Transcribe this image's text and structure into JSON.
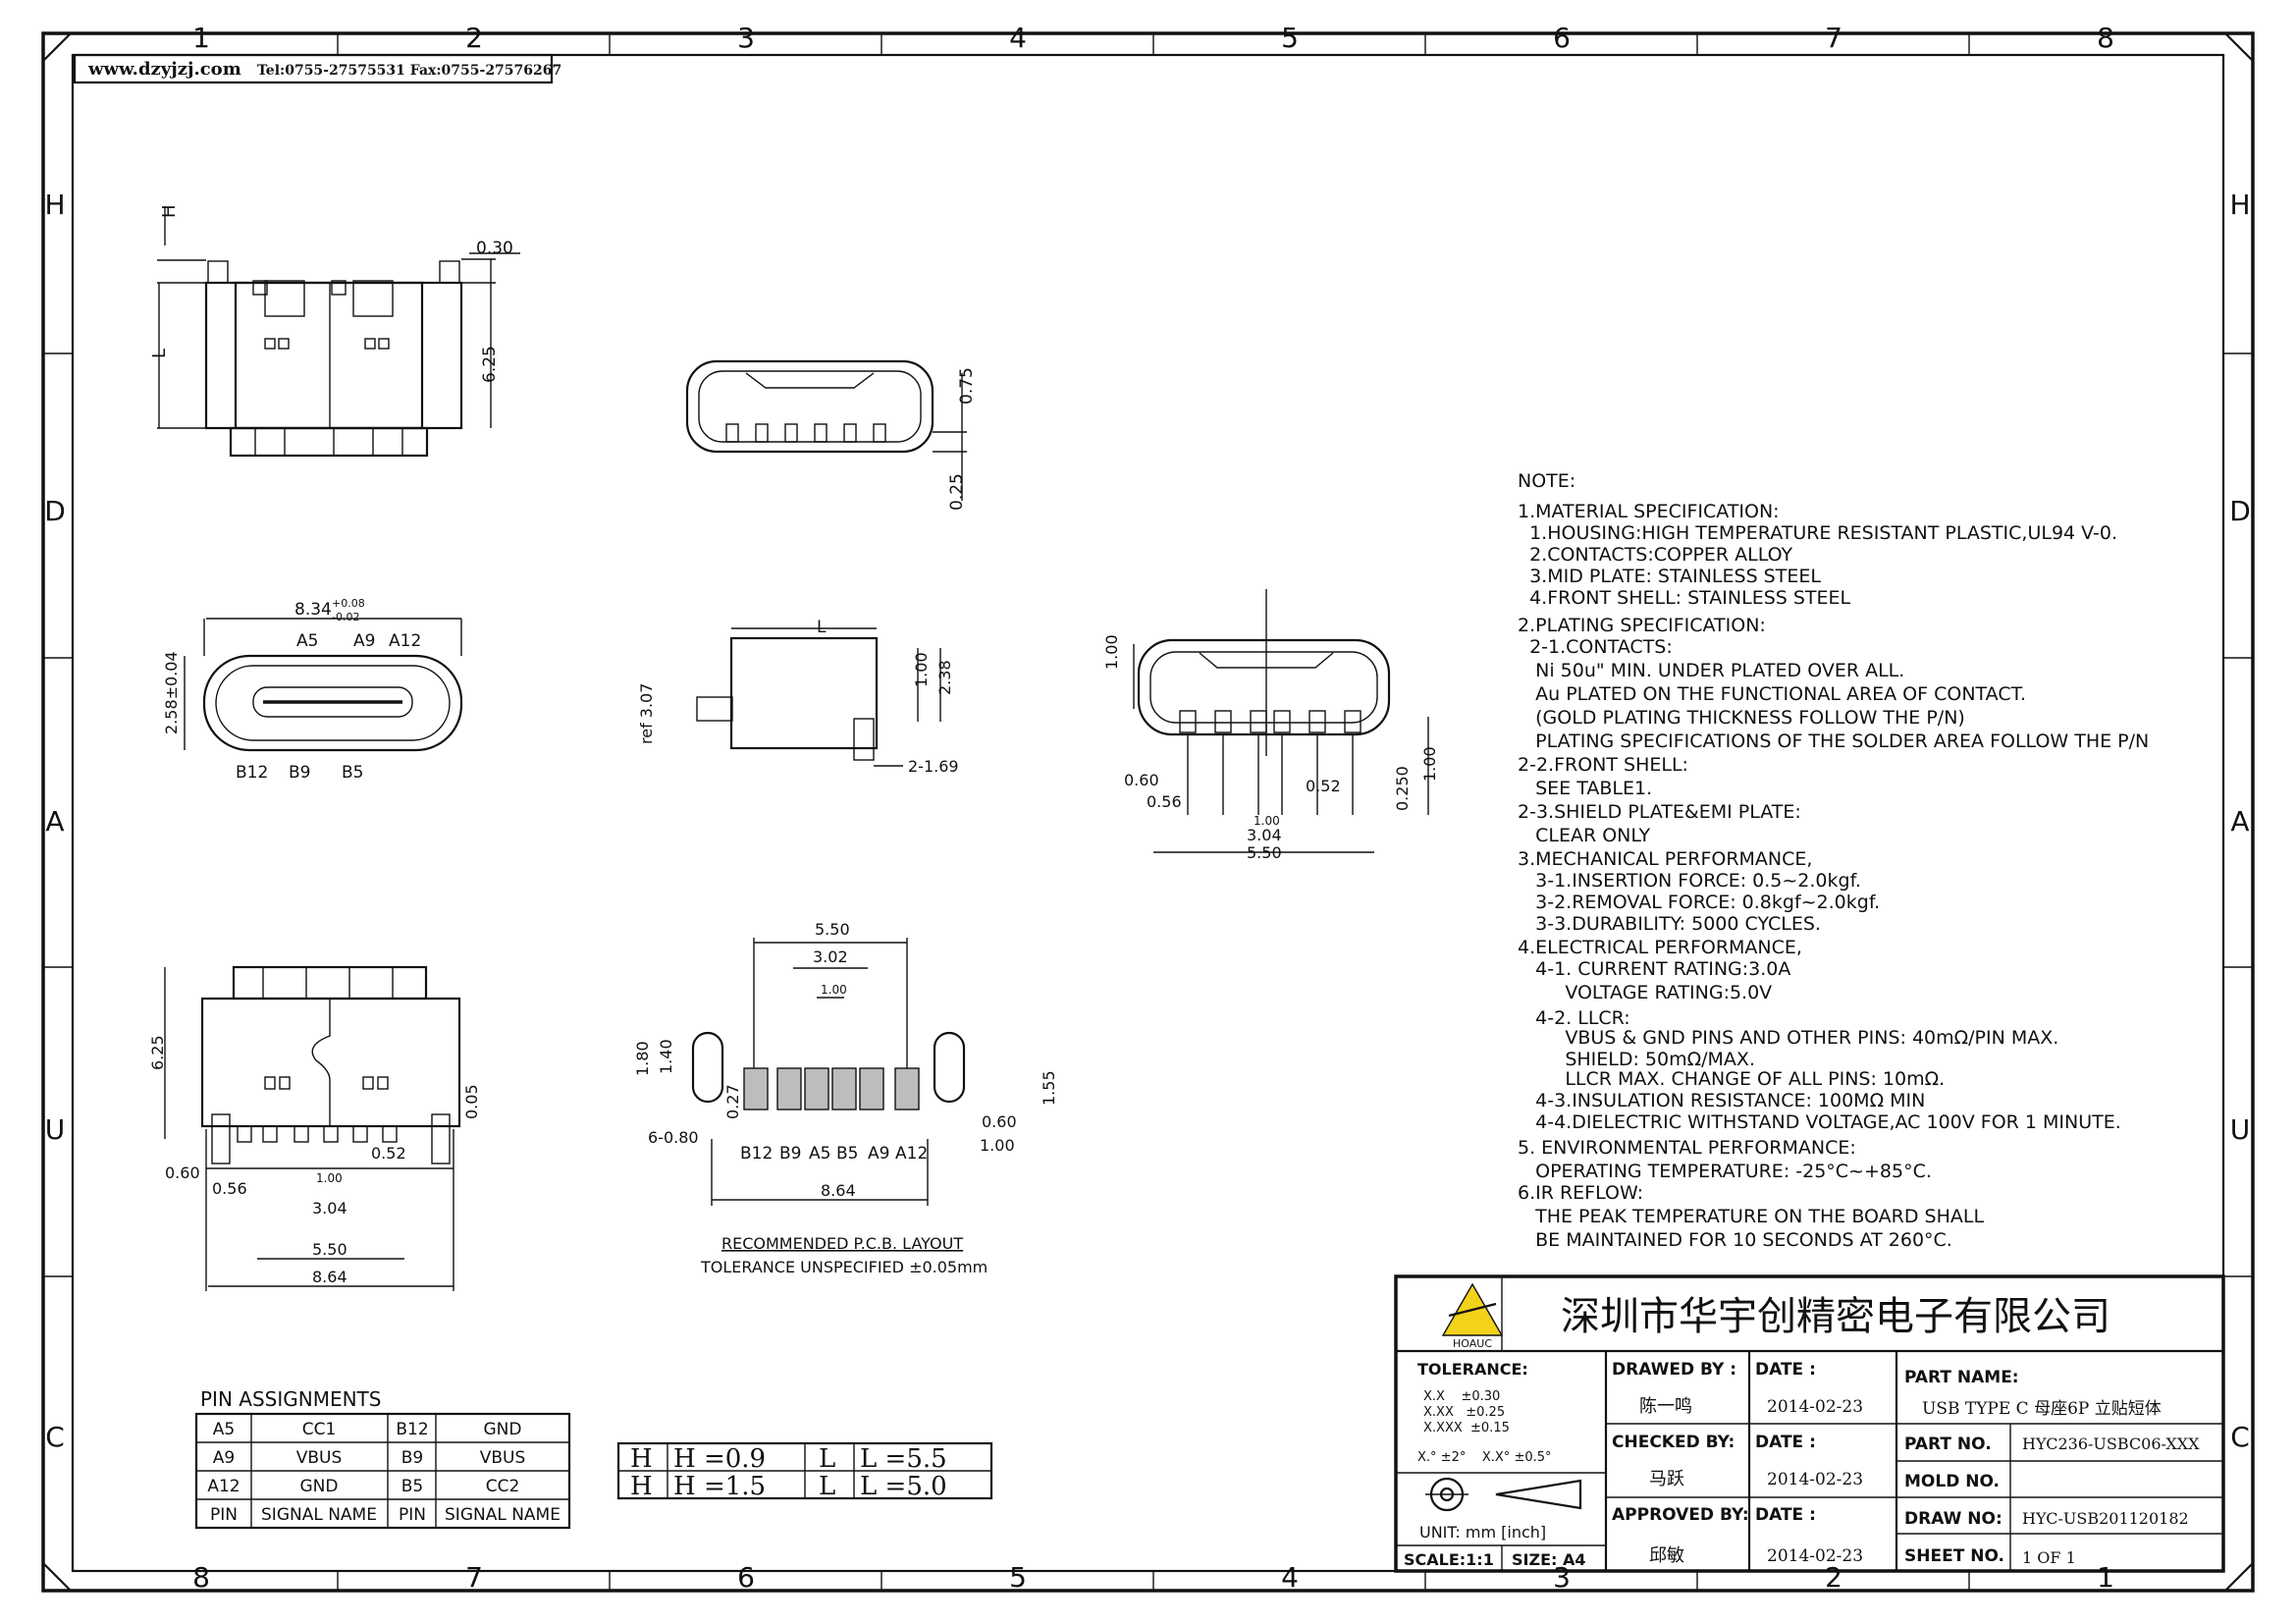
{
  "border": {
    "col_labels_top": [
      "1",
      "2",
      "3",
      "4",
      "5",
      "6",
      "7",
      "8"
    ],
    "col_labels_bottom": [
      "8",
      "7",
      "6",
      "5",
      "4",
      "3",
      "2",
      "1"
    ],
    "row_labels_left": [
      "H",
      "D",
      "A",
      "U",
      "C"
    ],
    "row_labels_right": [
      "H",
      "D",
      "A",
      "U",
      "C"
    ]
  },
  "header_stamp": {
    "website": "www.dzyjzj.com",
    "contact": "Tel:0755-27575531 Fax:0755-27576267"
  },
  "side_view": {
    "dim_h": "H",
    "dim_l": "L",
    "dim_top": "0.30",
    "dim_height": "6.25"
  },
  "front_face_top": {
    "dim_a": "0.75",
    "dim_b": "0.25"
  },
  "receptacle_view": {
    "width": "8.34",
    "width_tol_plus": "+0.08",
    "width_tol_minus": "-0.02",
    "height": "2.58±0.04",
    "pins_top": [
      "A5",
      "A9",
      "A12"
    ],
    "pins_bottom": [
      "B12",
      "B9",
      "B5"
    ]
  },
  "profile_view": {
    "dim_l": "L",
    "dim_ref": "ref 3.07",
    "dim_a": "1.00",
    "dim_b": "2.38",
    "dim_c": "2-1.69"
  },
  "front_view_right": {
    "dim_top": "1.00",
    "dims": [
      "0.60",
      "0.56",
      "1.00",
      "3.04",
      "5.50",
      "0.52",
      "0.250",
      "1.00"
    ]
  },
  "bottom_view": {
    "dim_height": "6.25",
    "dim_side": "0.05",
    "dims": [
      "0.60",
      "0.56",
      "1.00",
      "0.52",
      "3.04",
      "5.50",
      "8.64"
    ]
  },
  "pcb_layout": {
    "dim_550": "5.50",
    "dim_302": "3.02",
    "dim_100": "1.00",
    "dim_180": "1.80",
    "dim_140": "1.40",
    "dim_027": "0.27",
    "dim_155": "1.55",
    "dim_060": "0.60",
    "dim_100b": "1.00",
    "dim_6080": "6-0.80",
    "dim_864": "8.64",
    "pad_labels": [
      "B12",
      "B9",
      "A5",
      "B5",
      "A9",
      "A12"
    ],
    "title": "RECOMMENDED P.C.B. LAYOUT",
    "tolerance": "TOLERANCE UNSPECIFIED ±0.05mm"
  },
  "notes": {
    "lines": [
      "NOTE:",
      "1.MATERIAL SPECIFICATION:",
      "  1.HOUSING:HIGH TEMPERATURE RESISTANT PLASTIC,UL94 V-0.",
      "  2.CONTACTS:COPPER ALLOY",
      "  3.MID PLATE: STAINLESS STEEL",
      "  4.FRONT SHELL: STAINLESS STEEL",
      "2.PLATING SPECIFICATION:",
      "  2-1.CONTACTS:",
      "   Ni 50u\" MIN. UNDER PLATED OVER ALL.",
      "   Au PLATED ON THE FUNCTIONAL AREA OF CONTACT.",
      "   (GOLD PLATING THICKNESS FOLLOW THE P/N)",
      "   PLATING SPECIFICATIONS OF THE SOLDER AREA FOLLOW THE P/N",
      "2-2.FRONT SHELL:",
      "   SEE TABLE1.",
      "2-3.SHIELD PLATE&EMI PLATE:",
      "   CLEAR ONLY",
      "3.MECHANICAL PERFORMANCE,",
      "   3-1.INSERTION FORCE: 0.5~2.0kgf.",
      "   3-2.REMOVAL FORCE: 0.8kgf~2.0kgf.",
      "   3-3.DURABILITY: 5000 CYCLES.",
      "4.ELECTRICAL PERFORMANCE,",
      "   4-1. CURRENT RATING:3.0A",
      "        VOLTAGE RATING:5.0V",
      "   4-2. LLCR:",
      "        VBUS & GND PINS AND OTHER PINS: 40mΩ/PIN MAX.",
      "        SHIELD: 50mΩ/MAX.",
      "        LLCR MAX. CHANGE OF ALL PINS: 10mΩ.",
      "   4-3.INSULATION RESISTANCE: 100MΩ MIN",
      "   4-4.DIELECTRIC WITHSTAND VOLTAGE,AC 100V FOR 1 MINUTE.",
      "5. ENVIRONMENTAL PERFORMANCE:",
      "   OPERATING TEMPERATURE: -25°C~+85°C.",
      "6.IR REFLOW:",
      "   THE PEAK TEMPERATURE ON THE BOARD SHALL",
      "   BE MAINTAINED FOR 10 SECONDS AT 260°C."
    ]
  },
  "pin_assignments": {
    "title": "PIN ASSIGNMENTS",
    "rows": [
      [
        "A5",
        "CC1",
        "B12",
        "GND"
      ],
      [
        "A9",
        "VBUS",
        "B9",
        "VBUS"
      ],
      [
        "A12",
        "GND",
        "B5",
        "CC2"
      ],
      [
        "PIN",
        "SIGNAL NAME",
        "PIN",
        "SIGNAL NAME"
      ]
    ]
  },
  "variant_table": {
    "rows": [
      [
        "H",
        "H =0.9",
        "L",
        "L =5.5"
      ],
      [
        "H",
        "H =1.5",
        "L",
        "L =5.0"
      ]
    ]
  },
  "title_block": {
    "company": "深圳市华宇创精密电子有限公司",
    "logo_text": "HOAUC",
    "tolerance_label": "TOLERANCE:",
    "tol_lines": [
      "X.X    ±0.30",
      "X.XX   ±0.25",
      "X.XXX  ±0.15"
    ],
    "tol_angles": "X.° ±2°    X.X° ±0.5°",
    "unit": "UNIT:  mm  [inch]",
    "scale": "SCALE:1:1",
    "size": "SIZE: A4",
    "drawn_by_label": "DRAWED BY :",
    "drawn_by": "陈一鸣",
    "checked_by_label": "CHECKED BY:",
    "checked_by": "马跃",
    "approved_by_label": "APPROVED BY:",
    "approved_by": "邱敏",
    "date_label": "DATE :",
    "dates": [
      "2014-02-23",
      "2014-02-23",
      "2014-02-23"
    ],
    "part_name_label": "PART NAME:",
    "part_name": "USB TYPE C 母座6P 立贴短体",
    "part_no_label": "PART NO.",
    "part_no": "HYC236-USBC06-XXX",
    "mold_no_label": "MOLD NO.",
    "mold_no": "",
    "draw_no_label": "DRAW NO:",
    "draw_no": "HYC-USB201120182",
    "sheet_no_label": "SHEET NO.",
    "sheet_no": "1 OF 1"
  },
  "colors": {
    "ink": "#111111",
    "paper": "#ffffff",
    "logo_yellow": "#f2d21b"
  }
}
